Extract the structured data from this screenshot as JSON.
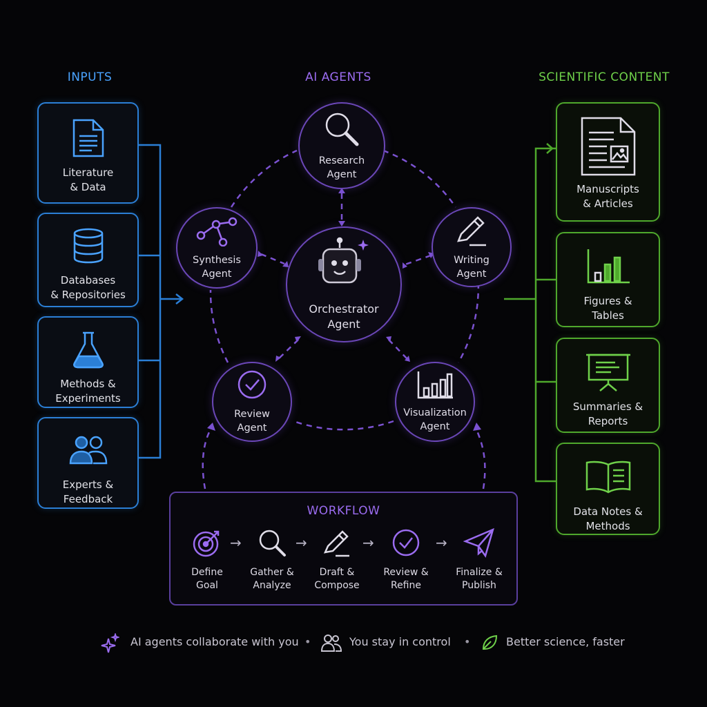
{
  "headings": {
    "inputs": "INPUTS",
    "agents": "AI AGENTS",
    "scientific": "SCIENTIFIC CONTENT"
  },
  "inputs": [
    {
      "label": "Literature\n& Data",
      "icon": "document-icon"
    },
    {
      "label": "Databases\n& Repositories",
      "icon": "database-icon"
    },
    {
      "label": "Methods &\nExperiments",
      "icon": "flask-icon"
    },
    {
      "label": "Experts &\nFeedback",
      "icon": "people-icon"
    }
  ],
  "agents": {
    "research": "Research\nAgent",
    "synthesis": "Synthesis\nAgent",
    "writing": "Writing\nAgent",
    "orchestrator": "Orchestrator\nAgent",
    "review": "Review\nAgent",
    "visualization": "Visualization\nAgent"
  },
  "outputs": [
    {
      "label": "Manuscripts\n& Articles",
      "icon": "manuscript-icon"
    },
    {
      "label": "Figures &\nTables",
      "icon": "bar-chart-icon"
    },
    {
      "label": "Summaries &\nReports",
      "icon": "presentation-icon"
    },
    {
      "label": "Data Notes &\nMethods",
      "icon": "open-book-icon"
    }
  ],
  "workflow": {
    "title": "WORKFLOW",
    "steps": [
      {
        "label": "Define\nGoal",
        "icon": "target-icon"
      },
      {
        "label": "Gather &\nAnalyze",
        "icon": "search-icon"
      },
      {
        "label": "Draft &\nCompose",
        "icon": "pencil-icon"
      },
      {
        "label": "Review &\nRefine",
        "icon": "check-circle-icon"
      },
      {
        "label": "Finalize &\nPublish",
        "icon": "paper-plane-icon"
      }
    ]
  },
  "footer": {
    "item1": "AI agents collaborate with you",
    "item2": "You stay in control",
    "item3": "Better science, faster"
  },
  "colors": {
    "inputs": "#2b7fd6",
    "agents": "#7b52d1",
    "outputs": "#4fa82c",
    "background": "#050507"
  }
}
